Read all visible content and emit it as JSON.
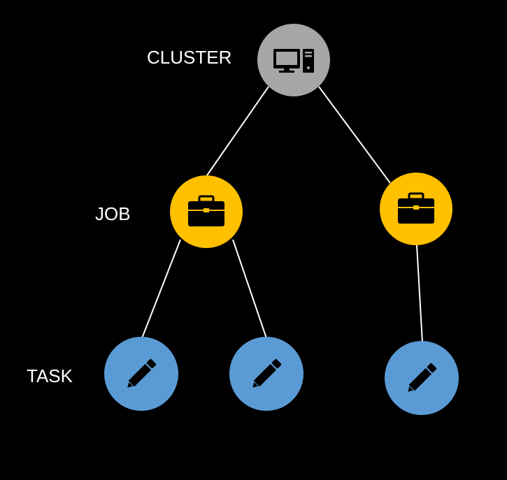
{
  "levels": {
    "cluster": "CLUSTER",
    "job": "JOB",
    "task": "TASK"
  },
  "colors": {
    "background": "#000000",
    "cluster_node": "#a6a6a6",
    "job_node": "#ffc000",
    "task_node": "#5b9bd5",
    "edge": "#ffffff",
    "icon": "#000000"
  },
  "nodes": {
    "cluster": {
      "icon": "computer-icon"
    },
    "jobs": [
      {
        "icon": "briefcase-icon"
      },
      {
        "icon": "briefcase-icon"
      }
    ],
    "tasks": [
      {
        "icon": "pencil-icon"
      },
      {
        "icon": "pencil-icon"
      },
      {
        "icon": "pencil-icon"
      }
    ]
  }
}
